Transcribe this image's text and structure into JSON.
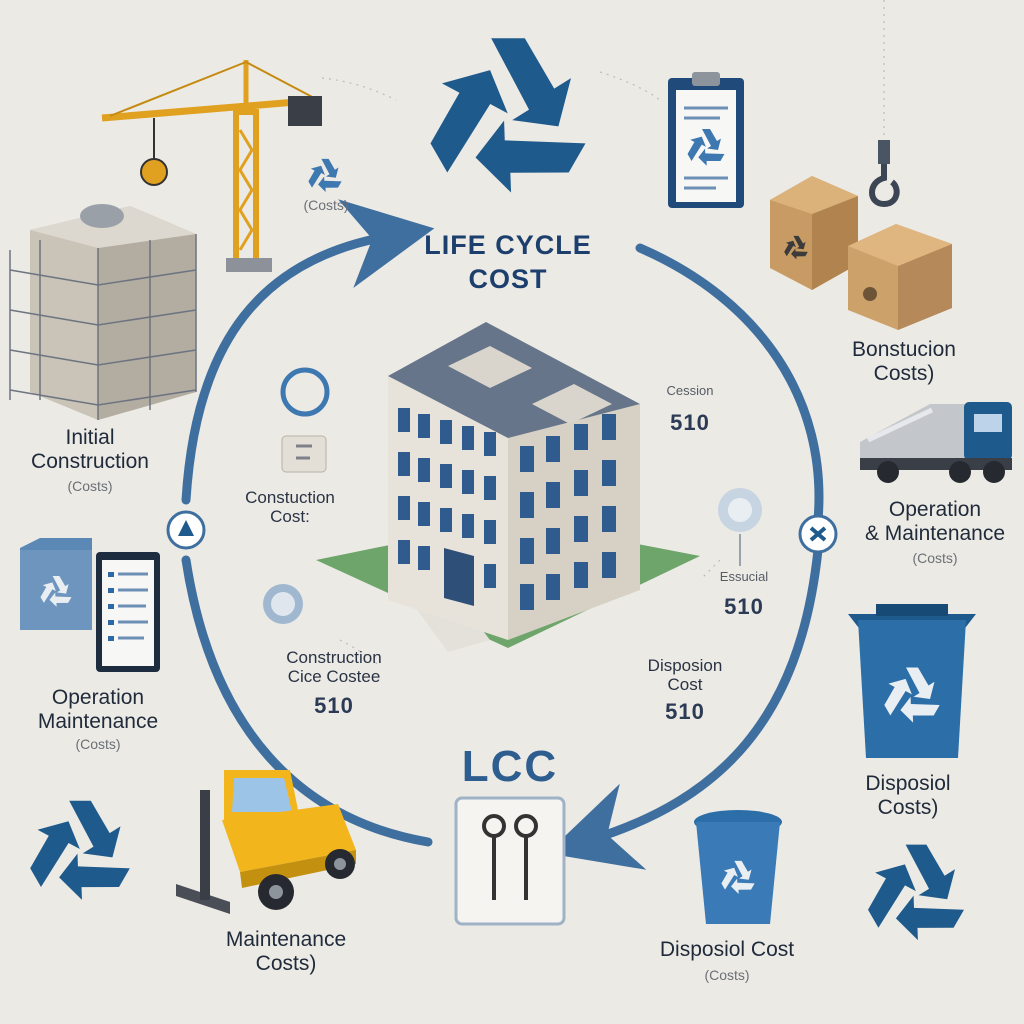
{
  "title": {
    "line1": "LIFE CYCLE",
    "line2": "COST"
  },
  "lcc": "LCC",
  "left": {
    "initial": {
      "line1": "Initial",
      "line2": "Construction",
      "sub": "(Costs)"
    },
    "operation": {
      "line1": "Operation",
      "line2": "Maintenance",
      "sub": "(Costs)"
    },
    "maintenance": {
      "line1": "Maintenance",
      "line2": "Costs)"
    }
  },
  "right": {
    "construction": {
      "line1": "Bonstucion",
      "line2": "Costs)"
    },
    "operation": {
      "line1": "Operation",
      "line2": "& Maintenance",
      "sub": "(Costs)"
    },
    "disposal": {
      "line1": "Disposiol",
      "line2": "Costs)"
    },
    "disposal_cost": {
      "line1": "Disposiol Cost",
      "sub": "(Costs)"
    }
  },
  "inner": {
    "construction_cost": {
      "line1": "Constuction",
      "line2": "Cost:"
    },
    "construction_cice": {
      "line1": "Construction",
      "line2": "Cice Costee",
      "value": "510"
    },
    "disposion": {
      "line1": "Disposion",
      "line2": "Cost",
      "value": "510"
    },
    "top_right": {
      "label": "Cession",
      "value": "510"
    },
    "mid_right": {
      "label": "Essucial",
      "value": "510"
    },
    "top_left_sub": "(Costs)"
  },
  "colors": {
    "arc": "#3f6f9f",
    "accent": "#1f5a8c",
    "bg": "#eceae5"
  },
  "icons": [
    "recycle-icon",
    "crane-icon",
    "clipboard-icon",
    "boxes-icon",
    "truck-icon",
    "forklift-icon",
    "bin-icon",
    "building-icon",
    "tools-icon"
  ]
}
